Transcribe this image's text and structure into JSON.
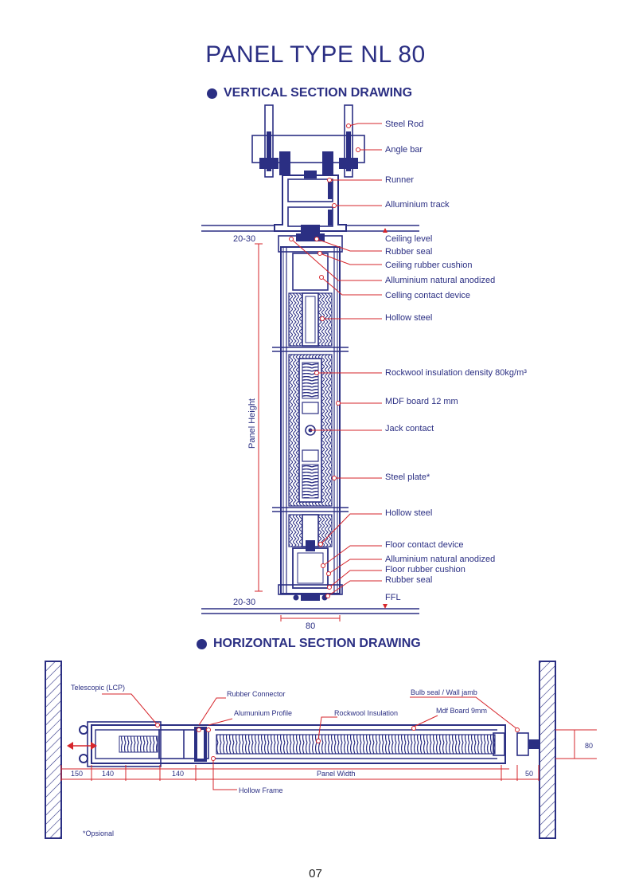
{
  "title": "PANEL TYPE NL 80",
  "vertical": {
    "heading": "VERTICAL SECTION DRAWING",
    "labels": [
      "Steel Rod",
      "Angle bar",
      "Runner",
      "Alluminium track",
      "Ceiling level",
      "Rubber seal",
      "Ceiling rubber cushion",
      "Alluminium natural anodized",
      "Celling contact device",
      "Hollow steel",
      "Rockwool insulation density 80kg/m³",
      "MDF board 12 mm",
      "Jack contact",
      "Steel plate*",
      "Hollow steel",
      "Floor contact device",
      "Alluminium natural anodized",
      "Floor rubber cushion",
      "Rubber seal",
      "FFL"
    ],
    "dim_top": "20-30",
    "dim_bottom": "20-30",
    "dim_height": "Panel Height",
    "dim_width": "80"
  },
  "horizontal": {
    "heading": "HORIZONTAL SECTION DRAWING",
    "labels": {
      "telescopic": "Telescopic (LCP)",
      "rubber_connector": "Rubber Connector",
      "aluminium_profile": "Alumunium Profile",
      "rockwool": "Rockwool Insulation",
      "mdf": "Mdf Board 9mm",
      "bulb_seal": "Bulb seal / Wall jamb",
      "hollow_frame": "Hollow Frame"
    },
    "dims": {
      "d150": "150",
      "d140a": "140",
      "d140b": "140",
      "panel_width": "Panel Width",
      "d50": "50",
      "d80": "80"
    },
    "note": "*Opsional"
  },
  "page_number": "07",
  "colors": {
    "primary": "#2b2f83",
    "accent": "#d6252b",
    "text": "#2b2f83"
  }
}
